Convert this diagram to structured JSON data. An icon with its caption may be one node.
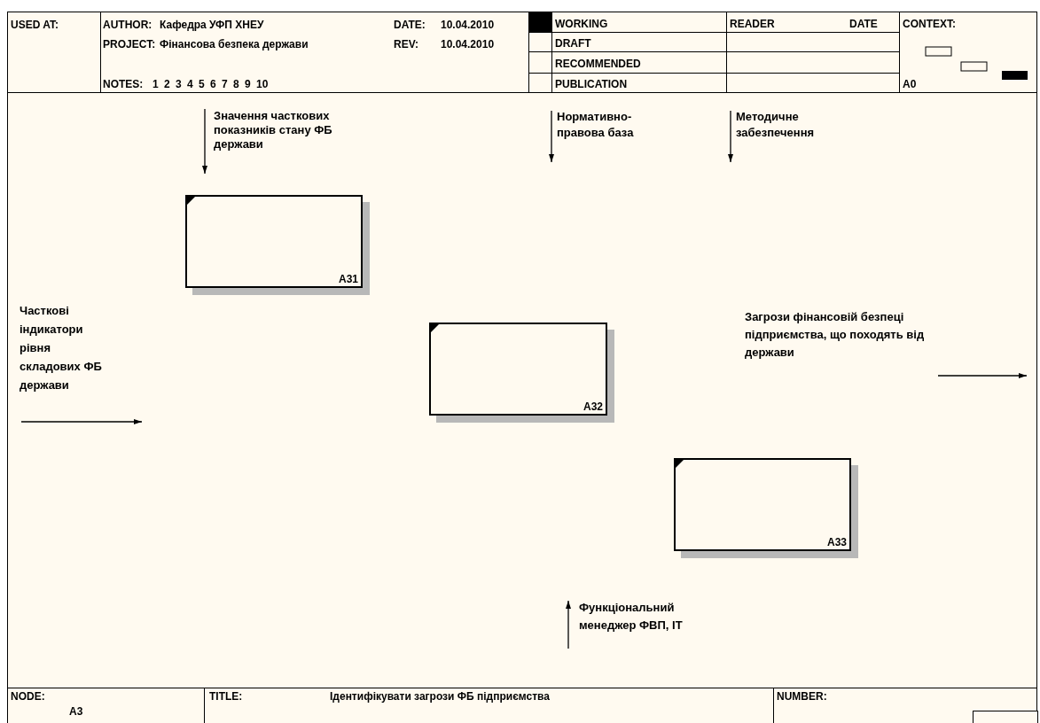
{
  "diagram": {
    "nodes": [
      {
        "text": [
          "Значення часткових показників стану ФБ держави"
        ]
      },
      {
        "text": [
          "Нормативно-правова база"
        ]
      },
      {
        "text": [
          "Методичне забезпечення"
        ]
      },
      {
        "text": [
          "A31"
        ]
      },
      {
        "text": [
          "Загрози фінансовій безпеці підприємства, що походять від держави"
        ]
      },
      {
        "text": [
          "Часткові індикатори рівня складових ФБ держави"
        ]
      },
      {
        "text": [
          "A32"
        ]
      },
      {
        "text": [
          "A33"
        ]
      },
      {
        "text": [
          "Функціональний менеджер ФВП, IT"
        ]
      }
    ],
    "edges": [
      {
        "from": 0,
        "to": null,
        "arrow": "to"
      },
      {
        "from": 1,
        "to": null,
        "arrow": "to"
      },
      {
        "from": 2,
        "to": null,
        "arrow": "to"
      },
      {
        "from": 5,
        "to": null,
        "arrow": "to"
      },
      {
        "from": 4,
        "to": null,
        "arrow": "to"
      },
      {
        "from": null,
        "to": 8,
        "arrow": "to"
      }
    ],
    "labels": [
      "USED AT:",
      "AUTHOR:",
      "Кафедра УФП ХНЕУ",
      "DATE:",
      "10.04.2010",
      "PROJECT:",
      "Фінансова безпека держави",
      "REV:",
      "10.04.2010",
      "NOTES:",
      "1 2 3 4 5 6 7 8 9 10",
      "WORKING",
      "DRAFT",
      "RECOMMENDED",
      "PUBLICATION",
      "READER",
      "DATE",
      "CONTEXT:",
      "A0",
      "NODE:",
      "A3",
      "TITLE:",
      "Ідентифікувати загрози ФБ підприємства",
      "NUMBER:"
    ]
  }
}
